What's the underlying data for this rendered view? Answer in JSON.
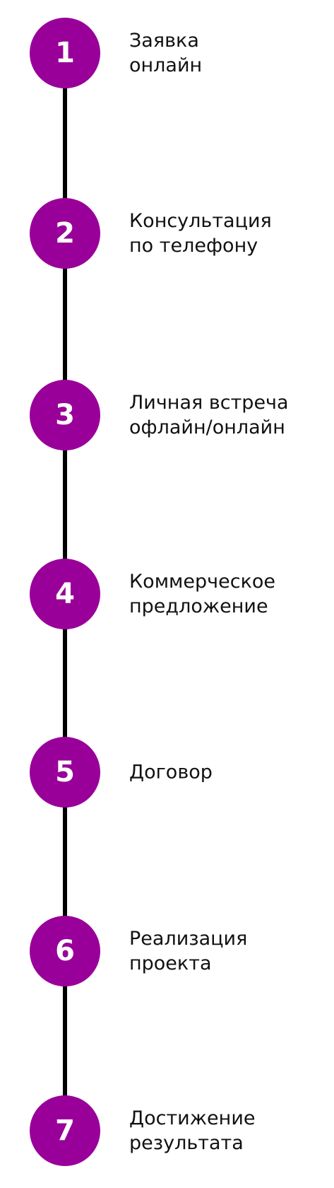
{
  "accent_color": "#990099",
  "line_color": "#000000",
  "steps": [
    {
      "number": "1",
      "line1": "Заявка",
      "line2": "онлайн"
    },
    {
      "number": "2",
      "line1": "Консультация",
      "line2": "по телефону"
    },
    {
      "number": "3",
      "line1": "Личная встреча",
      "line2": "офлайн/онлайн"
    },
    {
      "number": "4",
      "line1": "Коммерческое",
      "line2": "предложение"
    },
    {
      "number": "5",
      "line1": "Договор",
      "line2": ""
    },
    {
      "number": "6",
      "line1": "Реализация",
      "line2": "проекта"
    },
    {
      "number": "7",
      "line1": "Достижение",
      "line2": "результата"
    }
  ]
}
